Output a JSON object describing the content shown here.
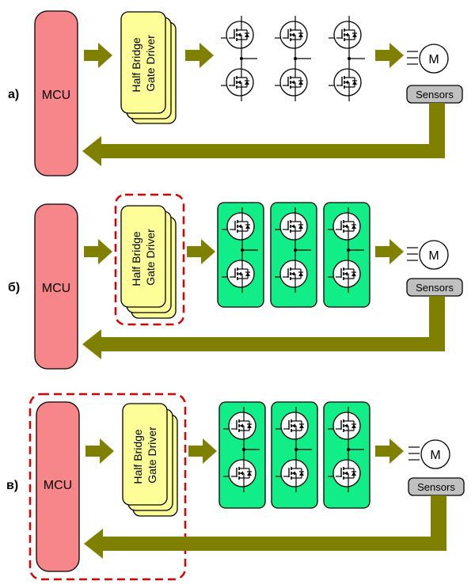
{
  "panels": [
    {
      "label": "а)",
      "mcu": "MCU",
      "driver_line1": "Half Bridge",
      "driver_line2": "Gate Driver",
      "motor": "M",
      "sensors": "Sensors"
    },
    {
      "label": "б)",
      "mcu": "MCU",
      "driver_line1": "Half Bridge",
      "driver_line2": "Gate Driver",
      "motor": "M",
      "sensors": "Sensors"
    },
    {
      "label": "в)",
      "mcu": "MCU",
      "driver_line1": "Half Bridge",
      "driver_line2": "Gate Driver",
      "motor": "M",
      "sensors": "Sensors"
    }
  ],
  "colors": {
    "mcu_fill": "#f7868a",
    "driver_fill": "#fefe99",
    "arrow": "#808000",
    "module_fill": "#11ee88",
    "dashed_outline": "#dd0000",
    "sensors_fill": "#c0c0c0"
  }
}
